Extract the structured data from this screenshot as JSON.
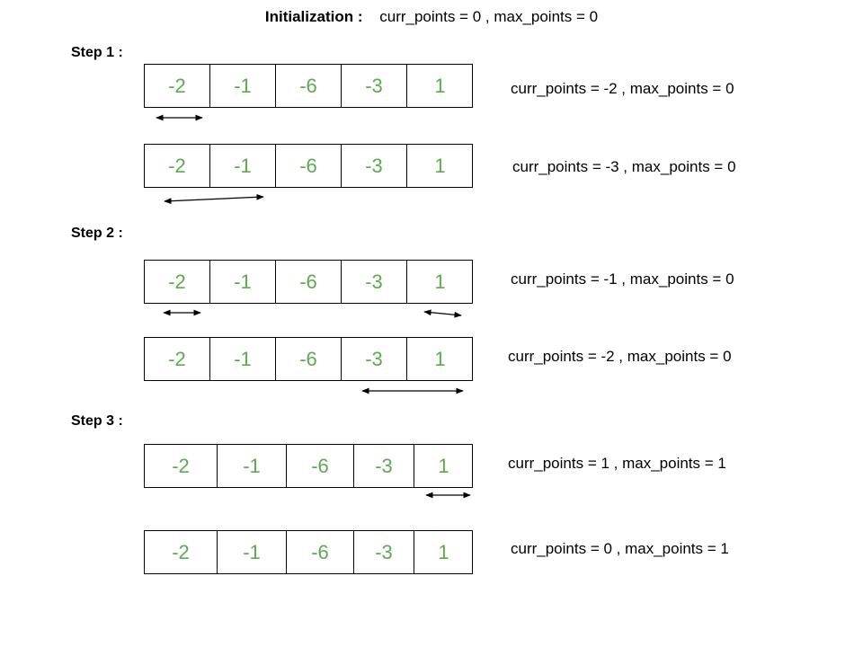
{
  "header": {
    "label": "Initialization :",
    "text": "curr_points = 0 , max_points = 0"
  },
  "steps": [
    {
      "label": "Step 1 :"
    },
    {
      "label": "Step 2 :"
    },
    {
      "label": "Step 3 :"
    }
  ],
  "array_values": [
    "-2",
    "-1",
    "-6",
    "-3",
    "1"
  ],
  "rows": [
    {
      "status": "curr_points = -2 , max_points = 0",
      "windows": [
        [
          0,
          0
        ]
      ]
    },
    {
      "status": "curr_points = -3 , max_points = 0",
      "windows": [
        [
          0,
          1
        ]
      ]
    },
    {
      "status": "curr_points = -1 , max_points = 0",
      "windows": [
        [
          0,
          0
        ],
        [
          4,
          4
        ]
      ]
    },
    {
      "status": "curr_points = -2 , max_points = 0",
      "windows": [
        [
          3,
          4
        ]
      ]
    },
    {
      "status": "curr_points = 1 , max_points =  1",
      "windows": [
        [
          4,
          4
        ]
      ]
    },
    {
      "status": "curr_points = 0 , max_points = 1",
      "windows": []
    }
  ],
  "colors": {
    "value": "#5cab4e",
    "border": "#000000"
  }
}
